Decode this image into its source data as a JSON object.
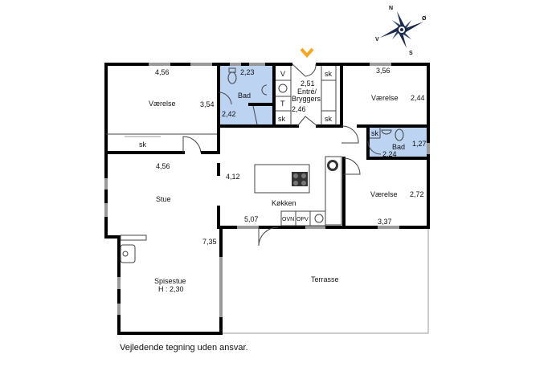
{
  "compass": {
    "n": "N",
    "e": "Ø",
    "w": "V",
    "s": "S"
  },
  "entrance_color": "#f5a623",
  "bath_color": "#bcd3f2",
  "rooms": {
    "vaerelse_left": {
      "name": "Værelse",
      "width": "4,56",
      "depth": "3,54"
    },
    "closet_left": "sk",
    "bad_left": {
      "name": "Bad",
      "width": "2,23",
      "depth": "2,42"
    },
    "entre": {
      "name_line1": "Entré/",
      "name_line2": "Bryggers",
      "width": "2,51",
      "depth": "2,46",
      "v": "V",
      "t": "T",
      "sk1": "sk",
      "sk2": "sk",
      "sk3": "sk"
    },
    "vaerelse_right_top": {
      "name": "Værelse",
      "width": "3,56",
      "depth": "2,44"
    },
    "bad_right": {
      "name": "Bad",
      "sk": "sk",
      "width": "2,24",
      "depth": "1,27"
    },
    "vaerelse_right_bottom": {
      "name": "Værelse",
      "width": "3,37",
      "depth": "2,72"
    },
    "stue": {
      "name": "Stue",
      "width": "4,56"
    },
    "kokken": {
      "name": "Køkken",
      "depth": "4,12",
      "width": "5,07",
      "oven": "OVN",
      "dishwasher": "OPV"
    },
    "spisestue": {
      "name": "Spisestue",
      "height": "H : 2,30",
      "length": "7,35"
    },
    "terrasse": {
      "name": "Terrasse"
    }
  },
  "disclaimer": "Vejledende tegning uden ansvar."
}
